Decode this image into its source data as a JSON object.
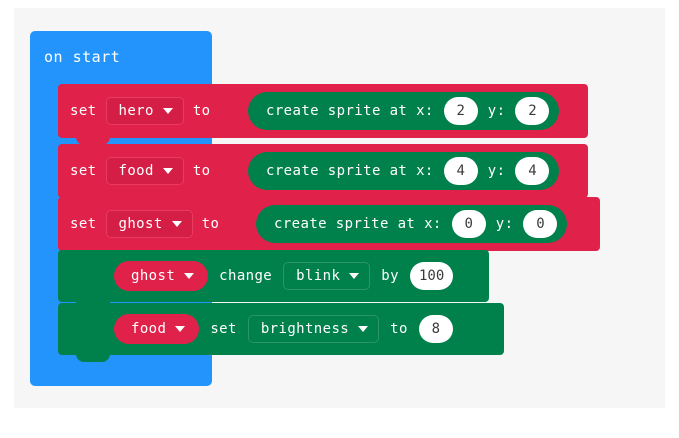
{
  "canvas": {
    "background_color": "#f6f6f7",
    "page_background_color": "#ffffff"
  },
  "colors": {
    "event_blue": "#2394fc",
    "variable_red": "#e0224a",
    "sprite_green": "#00804a",
    "field_white": "#ffffff",
    "text_white": "#ffffff",
    "number_text": "#3b3b3b"
  },
  "program": {
    "event_block": {
      "label": "on start",
      "icon": "play-icon"
    },
    "statements": [
      {
        "kind": "set-variable",
        "set_label": "set",
        "variable": "hero",
        "to_label": "to",
        "value": {
          "kind": "create-sprite",
          "label": "create sprite at x:",
          "x_label": "x:",
          "x": "2",
          "y_label": "y:",
          "y": "2"
        }
      },
      {
        "kind": "set-variable",
        "set_label": "set",
        "variable": "food",
        "to_label": "to",
        "value": {
          "kind": "create-sprite",
          "label": "create sprite at x:",
          "x_label": "x:",
          "x": "4",
          "y_label": "y:",
          "y": "4"
        }
      },
      {
        "kind": "set-variable",
        "set_label": "set",
        "variable": "ghost",
        "to_label": "to",
        "value": {
          "kind": "create-sprite",
          "label": "create sprite at x:",
          "x_label": "x:",
          "x": "0",
          "y_label": "y:",
          "y": "0"
        }
      },
      {
        "kind": "sprite-change-property",
        "variable": "ghost",
        "verb": "change",
        "property": "blink",
        "connector": "by",
        "amount": "100"
      },
      {
        "kind": "sprite-set-property",
        "variable": "food",
        "verb": "set",
        "property": "brightness",
        "connector": "to",
        "amount": "8"
      }
    ]
  }
}
